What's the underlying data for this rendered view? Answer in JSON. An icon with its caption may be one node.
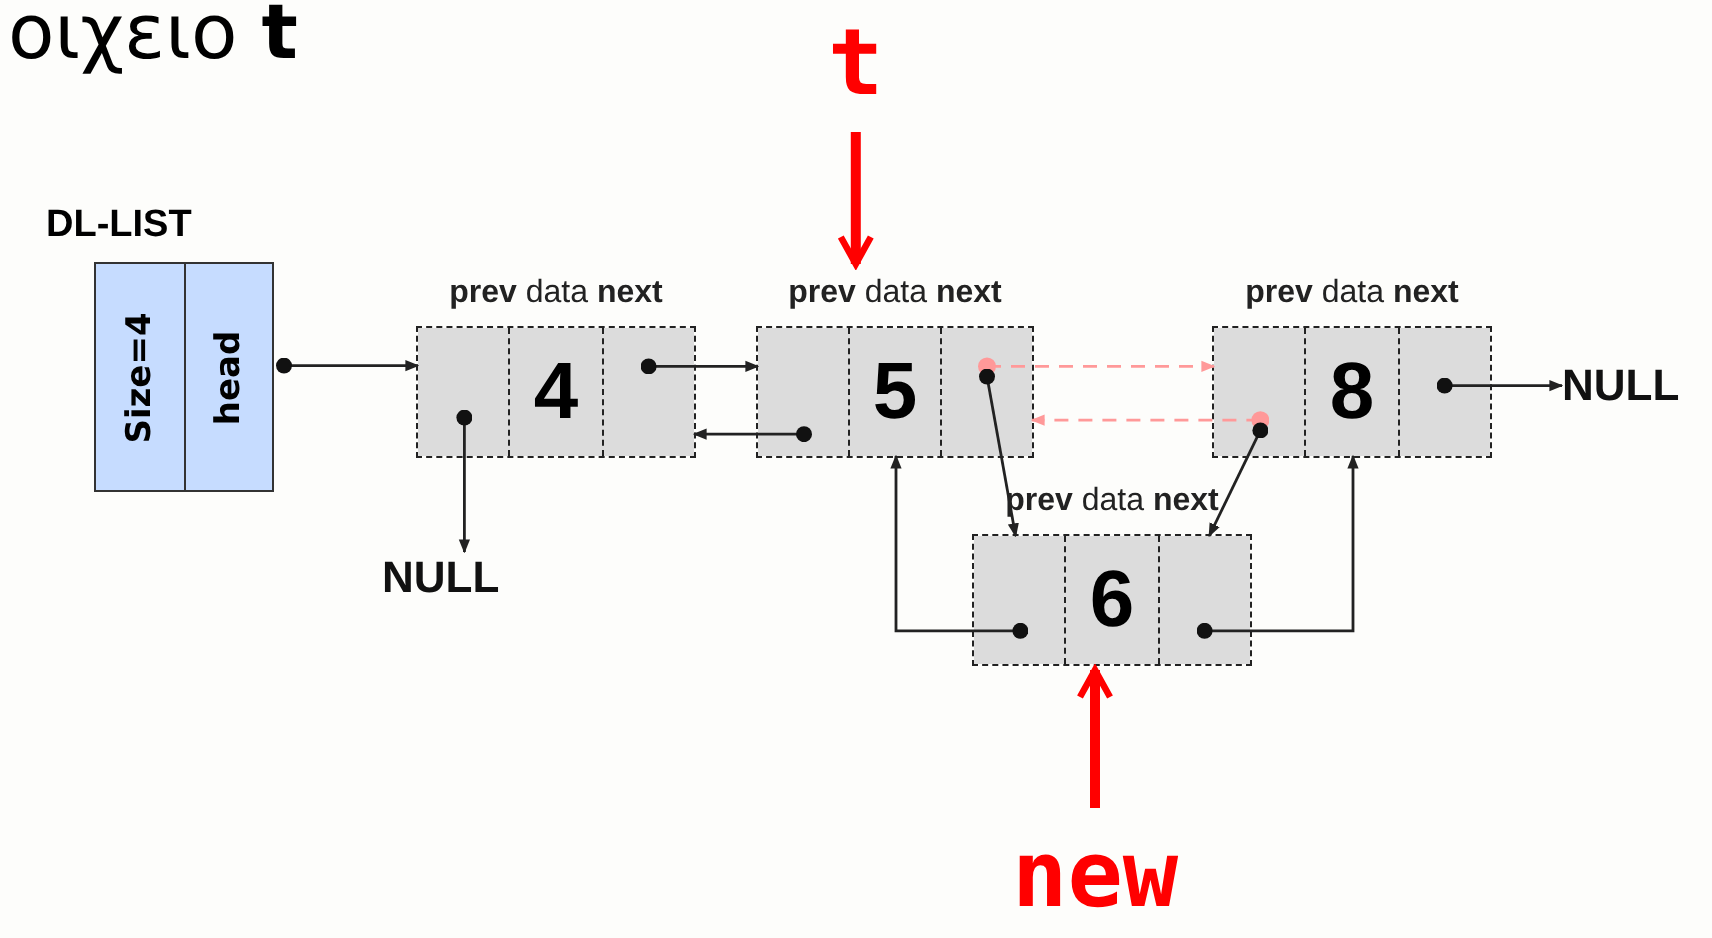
{
  "diagram": {
    "title": "οιχειο **t**",
    "nodes": [
      {
        "text": [
          "DL-LIST"
        ]
      },
      {
        "text": [
          "Size=4"
        ],
        "in": 0
      },
      {
        "text": [
          "head"
        ],
        "in": 0
      },
      {
        "text": [
          "**prev** data **next**"
        ]
      },
      {
        "text": [],
        "shape": "box",
        "in": 3
      },
      {
        "text": [
          "4"
        ],
        "in": 3
      },
      {
        "text": [],
        "shape": "box",
        "in": 3
      },
      {
        "text": [
          "**prev** data **next**"
        ]
      },
      {
        "text": [],
        "shape": "box",
        "in": 7
      },
      {
        "text": [
          "5"
        ],
        "in": 7
      },
      {
        "text": [],
        "shape": "box",
        "in": 7
      },
      {
        "text": [
          "**prev** data **next**"
        ]
      },
      {
        "text": [],
        "shape": "box",
        "in": 11
      },
      {
        "text": [
          "8"
        ],
        "in": 11
      },
      {
        "text": [],
        "shape": "box",
        "in": 11
      },
      {
        "text": [
          "**prev** data **next**"
        ]
      },
      {
        "text": [],
        "shape": "box",
        "in": 15
      },
      {
        "text": [
          "6"
        ],
        "in": 15
      },
      {
        "text": [],
        "shape": "box",
        "in": 15
      },
      {
        "text": [
          "NULL"
        ]
      },
      {
        "text": [
          "NULL"
        ]
      },
      {
        "text": [
          "t"
        ]
      },
      {
        "text": [
          "new"
        ]
      }
    ],
    "edges": [
      {
        "from": 2,
        "to": 4,
        "arrow": "to"
      },
      {
        "from": 4,
        "to": 19,
        "arrow": "to"
      },
      {
        "from": 6,
        "to": 8,
        "arrow": "to"
      },
      {
        "from": 8,
        "to": 6,
        "arrow": "to"
      },
      {
        "from": 10,
        "to": 12,
        "arrow": "to",
        "style": "dashed",
        "color": "#ff9999"
      },
      {
        "from": 12,
        "to": 10,
        "arrow": "to",
        "style": "dashed",
        "color": "#ff9999"
      },
      {
        "from": 10,
        "to": 16,
        "arrow": "to"
      },
      {
        "from": 12,
        "to": 18,
        "arrow": "to"
      },
      {
        "from": 16,
        "to": 9,
        "arrow": "to"
      },
      {
        "from": 18,
        "to": 13,
        "arrow": "to"
      },
      {
        "from": 14,
        "to": 20,
        "arrow": "to"
      },
      {
        "from": 21,
        "to": 7,
        "arrow": "to",
        "style": "thick",
        "color": "#ff0000"
      },
      {
        "from": 22,
        "to": 15,
        "arrow": "to",
        "style": "thick",
        "color": "#ff0000"
      }
    ]
  }
}
